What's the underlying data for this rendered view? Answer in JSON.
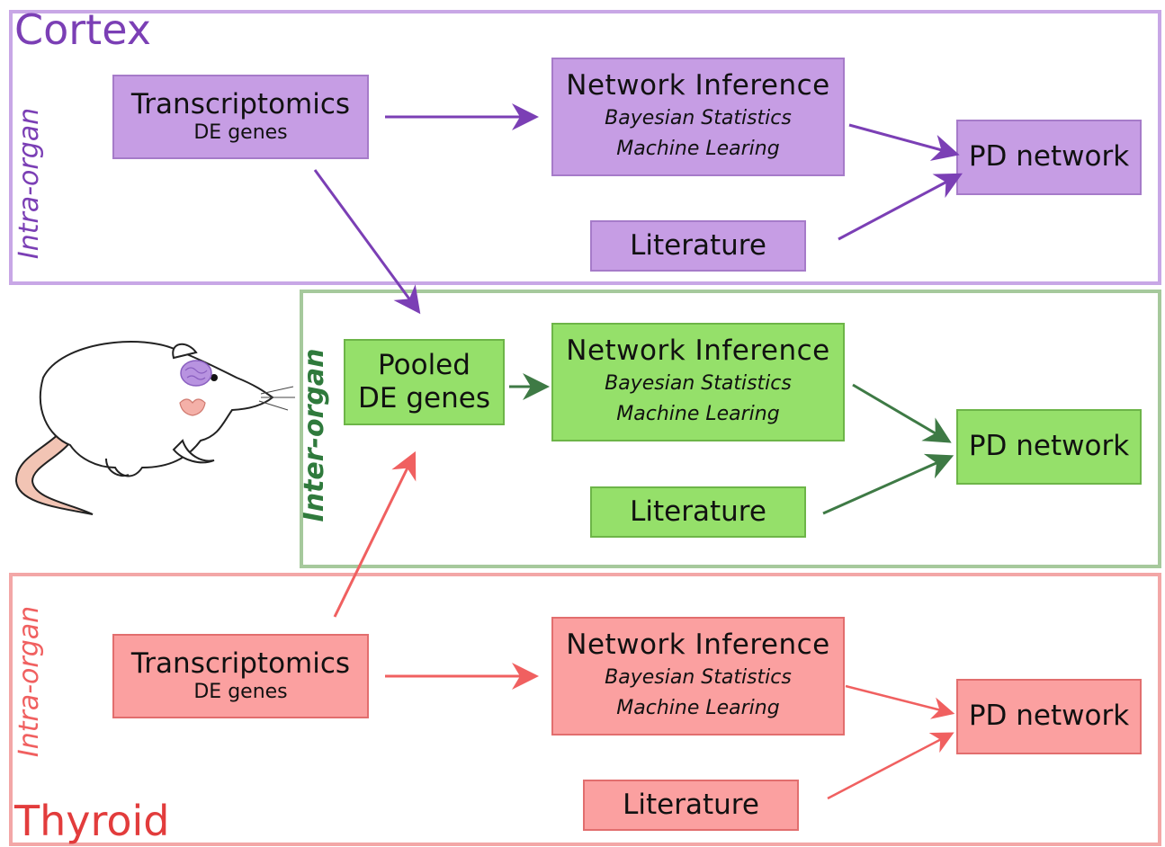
{
  "colors": {
    "cortex": "#7b3fb5",
    "inter": "#2f7a3c",
    "thyroid": "#e23c3c",
    "arrow_cortex": "#7b3fb5",
    "arrow_inter": "#3e7a45",
    "arrow_thyroid": "#f06060"
  },
  "cortex": {
    "title": "Cortex",
    "side_label": "Intra-organ",
    "transcriptomics": {
      "title": "Transcriptomics",
      "subtitle": "DE genes"
    },
    "network_inference": {
      "title": "Network Inference",
      "line1": "Bayesian Statistics",
      "line2": "Machine Learing"
    },
    "literature": "Literature",
    "pd_network": "PD network"
  },
  "inter": {
    "side_label": "Inter-organ",
    "pooled": {
      "line1": "Pooled",
      "line2": "DE genes"
    },
    "network_inference": {
      "title": "Network Inference",
      "line1": "Bayesian Statistics",
      "line2": "Machine Learing"
    },
    "literature": "Literature",
    "pd_network": "PD network"
  },
  "thyroid": {
    "title": "Thyroid",
    "side_label": "Intra-organ",
    "transcriptomics": {
      "title": "Transcriptomics",
      "subtitle": "DE genes"
    },
    "network_inference": {
      "title": "Network Inference",
      "line1": "Bayesian Statistics",
      "line2": "Machine Learing"
    },
    "literature": "Literature",
    "pd_network": "PD network"
  },
  "illustration": {
    "icon": "rat-with-brain-and-thyroid-illustration"
  }
}
